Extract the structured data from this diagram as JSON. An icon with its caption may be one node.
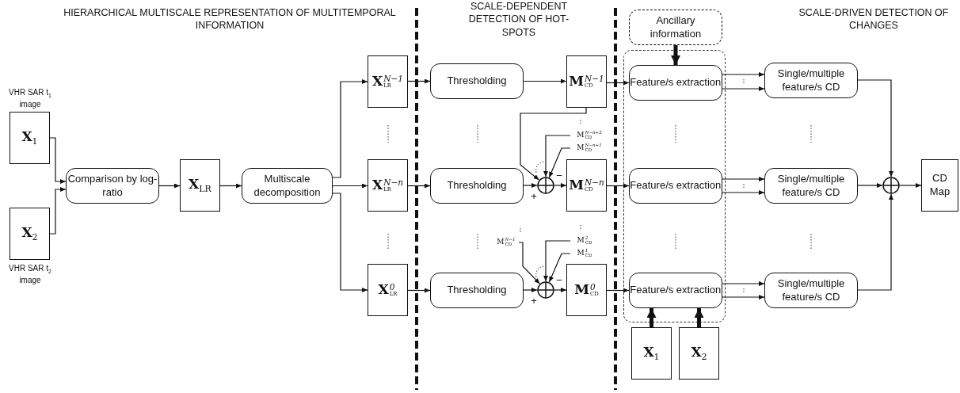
{
  "diagram": {
    "nodes": [
      {
        "text": [
          "**X**$_{1}$"
        ],
        "beside": [
          "VHR SAR t$_{1}$ image"
        ]
      },
      {
        "text": [
          "**X**$_{2}$"
        ],
        "beside": [
          "VHR SAR t$_{2}$ image"
        ]
      },
      {
        "text": [
          "Comparison by log-ratio"
        ]
      },
      {
        "text": [
          "**X**$_{LR}$"
        ]
      },
      {
        "text": [
          "Multiscale decomposition"
        ]
      },
      {
        "text": [
          "**X**$^{N−1}$$_{LR}$"
        ]
      },
      {
        "text": [
          "**X**$^{N−n}$$_{LR}$"
        ]
      },
      {
        "text": [
          "**X**$^{0}$$_{LR}$"
        ]
      },
      {
        "text": [
          "Thresholding"
        ]
      },
      {
        "text": [
          "Thresholding"
        ]
      },
      {
        "text": [
          "Thresholding"
        ]
      },
      {
        "text": [],
        "shape": "circle"
      },
      {
        "text": [],
        "shape": "circle"
      },
      {
        "text": [
          "**M**$^{N−1}$$_{CD}$"
        ]
      },
      {
        "text": [
          "**M**$^{N−n}$$_{CD}$"
        ]
      },
      {
        "text": [
          "**M**$^{0}$$_{CD}$"
        ]
      },
      {
        "text": [
          "M$^{N−n+2}$$_{CD}$"
        ]
      },
      {
        "text": [
          "M$^{N−n+1}$$_{CD}$"
        ]
      },
      {
        "text": [
          "M$^{N−1}$$_{CD}$"
        ]
      },
      {
        "text": [
          "M$^{2}$$_{CD}$"
        ]
      },
      {
        "text": [
          "M$^{1}$$_{CD}$"
        ]
      },
      {
        "text": [
          "Ancillary information"
        ]
      },
      {
        "text": [],
        "shape": "box"
      },
      {
        "text": [
          "Feature/s extraction"
        ],
        "in": 22
      },
      {
        "text": [
          "Feature/s extraction"
        ],
        "in": 22
      },
      {
        "text": [
          "Feature/s extraction"
        ],
        "in": 22
      },
      {
        "text": [
          "Single/multiple feature/s CD"
        ]
      },
      {
        "text": [
          "Single/multiple feature/s CD"
        ]
      },
      {
        "text": [
          "Single/multiple feature/s CD"
        ]
      },
      {
        "text": [],
        "shape": "circle"
      },
      {
        "text": [
          "CD Map"
        ]
      },
      {
        "text": [
          "**X**$_{1}$"
        ]
      },
      {
        "text": [
          "**X**$_{2}$"
        ]
      }
    ],
    "edges": [
      {
        "from": 0,
        "to": 2,
        "arrow": "to"
      },
      {
        "from": 1,
        "to": 2,
        "arrow": "to"
      },
      {
        "from": 2,
        "to": 3,
        "arrow": "to"
      },
      {
        "from": 3,
        "to": 4,
        "arrow": "to"
      },
      {
        "from": 4,
        "to": 5,
        "arrow": "to"
      },
      {
        "from": 4,
        "to": 6,
        "arrow": "to"
      },
      {
        "from": 4,
        "to": 7,
        "arrow": "to"
      },
      {
        "from": 5,
        "to": 8,
        "arrow": "to"
      },
      {
        "from": 6,
        "to": 9,
        "arrow": "to"
      },
      {
        "from": 7,
        "to": 10,
        "arrow": "to"
      },
      {
        "from": 8,
        "to": 13,
        "arrow": "to"
      },
      {
        "from": 9,
        "to": 11,
        "arrow": "to"
      },
      {
        "from": 11,
        "to": 14,
        "arrow": "to"
      },
      {
        "from": 10,
        "to": 12,
        "arrow": "to"
      },
      {
        "from": 12,
        "to": 15,
        "arrow": "to"
      },
      {
        "from": 13,
        "to": 11,
        "arrow": "to"
      },
      {
        "from": 16,
        "to": 11,
        "arrow": "to"
      },
      {
        "from": 17,
        "to": 11,
        "arrow": "to"
      },
      {
        "from": 18,
        "to": 12,
        "arrow": "to"
      },
      {
        "from": 19,
        "to": 12,
        "arrow": "to"
      },
      {
        "from": 20,
        "to": 12,
        "arrow": "to"
      },
      {
        "from": 13,
        "to": 23,
        "arrow": "to"
      },
      {
        "from": 14,
        "to": 24,
        "arrow": "to"
      },
      {
        "from": 15,
        "to": 25,
        "arrow": "to"
      },
      {
        "from": 23,
        "to": 26,
        "arrow": "to"
      },
      {
        "from": 23,
        "to": 26,
        "arrow": "to"
      },
      {
        "from": 24,
        "to": 27,
        "arrow": "to"
      },
      {
        "from": 24,
        "to": 27,
        "arrow": "to"
      },
      {
        "from": 25,
        "to": 28,
        "arrow": "to"
      },
      {
        "from": 25,
        "to": 28,
        "arrow": "to"
      },
      {
        "from": 26,
        "to": 29,
        "arrow": "to"
      },
      {
        "from": 27,
        "to": 29,
        "arrow": "to"
      },
      {
        "from": 28,
        "to": 29,
        "arrow": "to"
      },
      {
        "from": 29,
        "to": 30,
        "arrow": "to"
      },
      {
        "from": 21,
        "to": 23,
        "arrow": "to",
        "style": "thick"
      },
      {
        "from": 31,
        "to": 25,
        "arrow": "to",
        "style": "thick"
      },
      {
        "from": 32,
        "to": 25,
        "arrow": "to",
        "style": "thick"
      }
    ],
    "labels": [
      "HIERARCHICAL MULTISCALE REPRESENTATION OF MULTITEMPORAL INFORMATION",
      "SCALE-DEPENDENT DETECTION OF HOT-SPOTS",
      "SCALE-DRIVEN DETECTION OF CHANGES",
      "−",
      "+",
      "−",
      "+"
    ]
  }
}
